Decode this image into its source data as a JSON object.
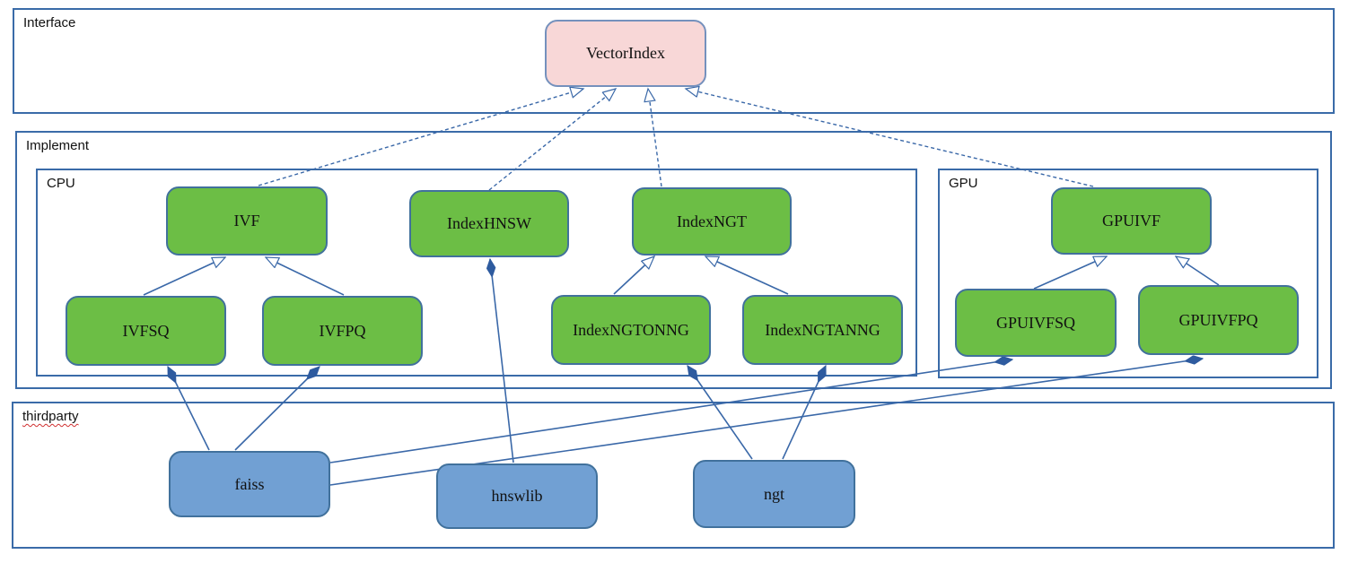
{
  "diagram": {
    "containers": {
      "interface": {
        "label": "Interface"
      },
      "implement": {
        "label": "Implement"
      },
      "cpu": {
        "label": "CPU"
      },
      "gpu": {
        "label": "GPU"
      },
      "thirdparty": {
        "label": "thirdparty",
        "spellcheck_underline": true
      }
    },
    "nodes": [
      {
        "id": "vectorindex",
        "label": "VectorIndex",
        "kind": "interface",
        "container": "interface",
        "fill": "#f8d7d7",
        "border": "#7591bd"
      },
      {
        "id": "ivf",
        "label": "IVF",
        "kind": "implementation",
        "container": "cpu",
        "fill": "#6cbe45",
        "border": "#41719c"
      },
      {
        "id": "indexhnsw",
        "label": "IndexHNSW",
        "kind": "implementation",
        "container": "cpu",
        "fill": "#6cbe45",
        "border": "#41719c"
      },
      {
        "id": "indexngt",
        "label": "IndexNGT",
        "kind": "implementation",
        "container": "cpu",
        "fill": "#6cbe45",
        "border": "#41719c"
      },
      {
        "id": "ivfsq",
        "label": "IVFSQ",
        "kind": "implementation",
        "container": "cpu",
        "fill": "#6cbe45",
        "border": "#41719c"
      },
      {
        "id": "ivfpq",
        "label": "IVFPQ",
        "kind": "implementation",
        "container": "cpu",
        "fill": "#6cbe45",
        "border": "#41719c"
      },
      {
        "id": "indexngtonng",
        "label": "IndexNGTONNG",
        "kind": "implementation",
        "container": "cpu",
        "fill": "#6cbe45",
        "border": "#41719c"
      },
      {
        "id": "indexngtanng",
        "label": "IndexNGTANNG",
        "kind": "implementation",
        "container": "cpu",
        "fill": "#6cbe45",
        "border": "#41719c"
      },
      {
        "id": "gpuivf",
        "label": "GPUIVF",
        "kind": "implementation",
        "container": "gpu",
        "fill": "#6cbe45",
        "border": "#41719c"
      },
      {
        "id": "gpuivfsq",
        "label": "GPUIVFSQ",
        "kind": "implementation",
        "container": "gpu",
        "fill": "#6cbe45",
        "border": "#41719c"
      },
      {
        "id": "gpuivfpq",
        "label": "GPUIVFPQ",
        "kind": "implementation",
        "container": "gpu",
        "fill": "#6cbe45",
        "border": "#41719c"
      },
      {
        "id": "faiss",
        "label": "faiss",
        "kind": "thirdparty-lib",
        "container": "thirdparty",
        "fill": "#71a0d3",
        "border": "#41719c"
      },
      {
        "id": "hnswlib",
        "label": "hnswlib",
        "kind": "thirdparty-lib",
        "container": "thirdparty",
        "fill": "#71a0d3",
        "border": "#41719c"
      },
      {
        "id": "ngt",
        "label": "ngt",
        "kind": "thirdparty-lib",
        "container": "thirdparty",
        "fill": "#71a0d3",
        "border": "#41719c"
      }
    ],
    "edges": [
      {
        "from": "ivf",
        "to": "vectorindex",
        "type": "realization"
      },
      {
        "from": "indexhnsw",
        "to": "vectorindex",
        "type": "realization"
      },
      {
        "from": "indexngt",
        "to": "vectorindex",
        "type": "realization"
      },
      {
        "from": "gpuivf",
        "to": "vectorindex",
        "type": "realization"
      },
      {
        "from": "ivfsq",
        "to": "ivf",
        "type": "generalization"
      },
      {
        "from": "ivfpq",
        "to": "ivf",
        "type": "generalization"
      },
      {
        "from": "indexngtonng",
        "to": "indexngt",
        "type": "generalization"
      },
      {
        "from": "indexngtanng",
        "to": "indexngt",
        "type": "generalization"
      },
      {
        "from": "gpuivfsq",
        "to": "gpuivf",
        "type": "generalization"
      },
      {
        "from": "gpuivfpq",
        "to": "gpuivf",
        "type": "generalization"
      },
      {
        "from": "hnswlib",
        "to": "indexhnsw",
        "type": "composition"
      },
      {
        "from": "faiss",
        "to": "ivfsq",
        "type": "composition"
      },
      {
        "from": "faiss",
        "to": "ivfpq",
        "type": "composition"
      },
      {
        "from": "ngt",
        "to": "indexngtonng",
        "type": "composition"
      },
      {
        "from": "ngt",
        "to": "indexngtanng",
        "type": "composition"
      },
      {
        "from": "faiss",
        "to": "gpuivfsq",
        "type": "composition"
      },
      {
        "from": "faiss",
        "to": "gpuivfpq",
        "type": "composition"
      }
    ],
    "colors": {
      "implementation_fill": "#6cbe45",
      "thirdparty_fill": "#71a0d3",
      "interface_fill": "#f8d7d7",
      "container_border": "#3a6ba8",
      "edge_line": "#3a68a8",
      "spellcheck": "#d03030"
    }
  }
}
